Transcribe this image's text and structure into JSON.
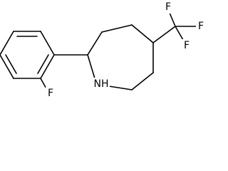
{
  "molecule": {
    "atoms": {
      "f_aryl": "F",
      "nh": "NH",
      "f_cf3_top": "F",
      "f_cf3_right": "F",
      "f_cf3_bottom": "F"
    }
  }
}
